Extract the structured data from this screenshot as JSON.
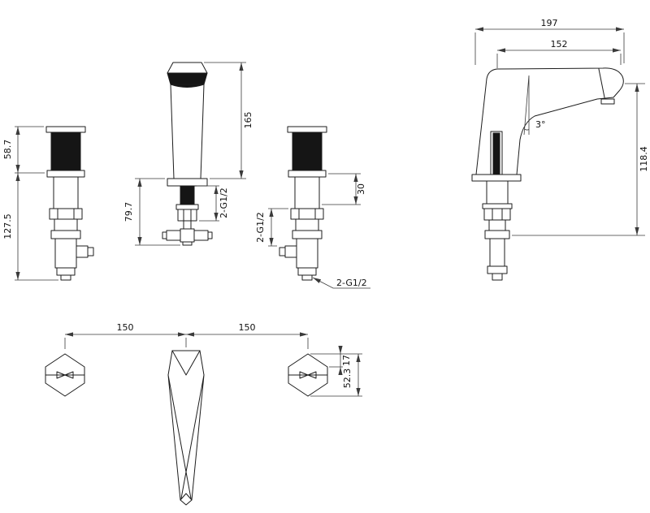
{
  "drawing": {
    "type": "technical-dimension-drawing",
    "subject": "3-hole basin mixer faucet: two handles, spout, side view and plan view",
    "colors": {
      "background": "#ffffff",
      "line": "#1c1c1c",
      "dimension_line": "#3a3a3a",
      "text": "#111111",
      "dark_fill": "#151515"
    },
    "front_view": {
      "left_handle": {
        "upper_height": "58.7",
        "lower_height": "127.5"
      },
      "spout": {
        "body_height": "165",
        "under_counter_length": "79.7",
        "thread": "2-G1/2"
      },
      "right_handle": {
        "counter_section": "30",
        "thread_vertical": "2-G1/2",
        "thread_note": "2-G1/2"
      }
    },
    "side_view": {
      "overall_depth": "197",
      "spout_reach": "152",
      "spout_angle": "3°",
      "spout_height": "118.4"
    },
    "plan_view": {
      "spacing_left": "150",
      "spacing_right": "150",
      "handle_top_offset": "17",
      "handle_width": "52.3"
    }
  }
}
